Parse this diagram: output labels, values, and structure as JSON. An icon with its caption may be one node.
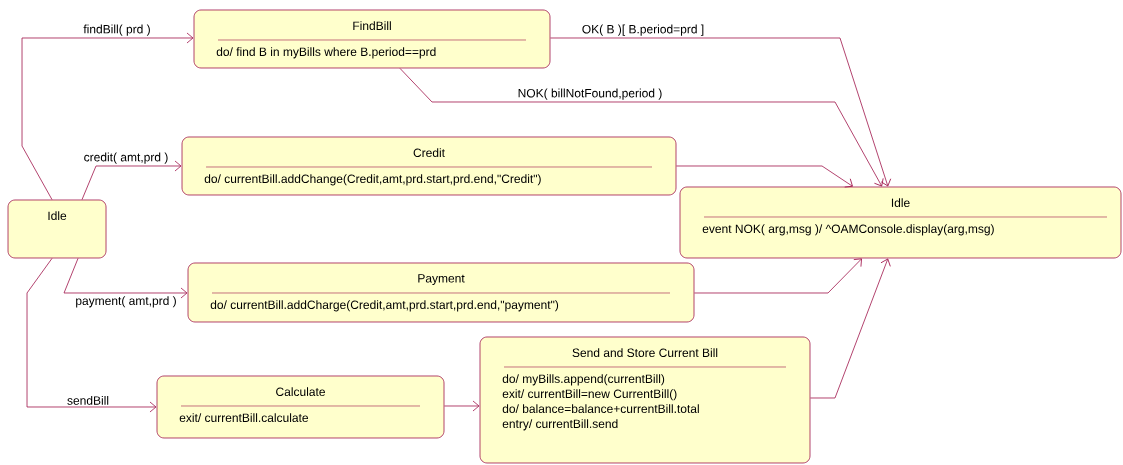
{
  "diagram": {
    "nodes": [
      {
        "text": [
          "Idle"
        ]
      },
      {
        "text": [
          "FindBill",
          "do/ find B in myBills where B.period==prd"
        ]
      },
      {
        "text": [
          "Credit",
          "do/ currentBill.addChange(Credit,amt,prd.start,prd.end,\"Credit\")"
        ]
      },
      {
        "text": [
          "Idle",
          "event NOK( arg,msg )/ ^OAMConsole.display(arg,msg)"
        ]
      },
      {
        "text": [
          "Payment",
          "do/ currentBill.addCharge(Credit,amt,prd.start,prd.end,\"payment\")"
        ]
      },
      {
        "text": [
          "Calculate",
          "exit/ currentBill.calculate"
        ]
      },
      {
        "text": [
          "Send and Store Current Bill",
          "do/ myBills.append(currentBill)",
          "exit/ currentBill=new CurrentBill()",
          "do/ balance=balance+currentBill.total",
          "entry/ currentBill.send"
        ]
      }
    ],
    "edges": [
      {
        "from": 0,
        "to": 1,
        "arrow": "to",
        "label": "findBill( prd )"
      },
      {
        "from": 0,
        "to": 2,
        "arrow": "to",
        "label": "credit( amt,prd )"
      },
      {
        "from": 0,
        "to": 4,
        "arrow": "to",
        "label": "payment( amt,prd )"
      },
      {
        "from": 0,
        "to": 5,
        "arrow": "to",
        "label": "sendBill"
      },
      {
        "from": 1,
        "to": 3,
        "arrow": "to",
        "label": "OK( B )[ B.period=prd ]"
      },
      {
        "from": 1,
        "to": 3,
        "arrow": "to",
        "label": "NOK( billNotFound,period )"
      },
      {
        "from": 2,
        "to": 3,
        "arrow": "to"
      },
      {
        "from": 4,
        "to": 3,
        "arrow": "to"
      },
      {
        "from": 5,
        "to": 6,
        "arrow": "to"
      },
      {
        "from": 6,
        "to": 3,
        "arrow": "to"
      }
    ]
  }
}
